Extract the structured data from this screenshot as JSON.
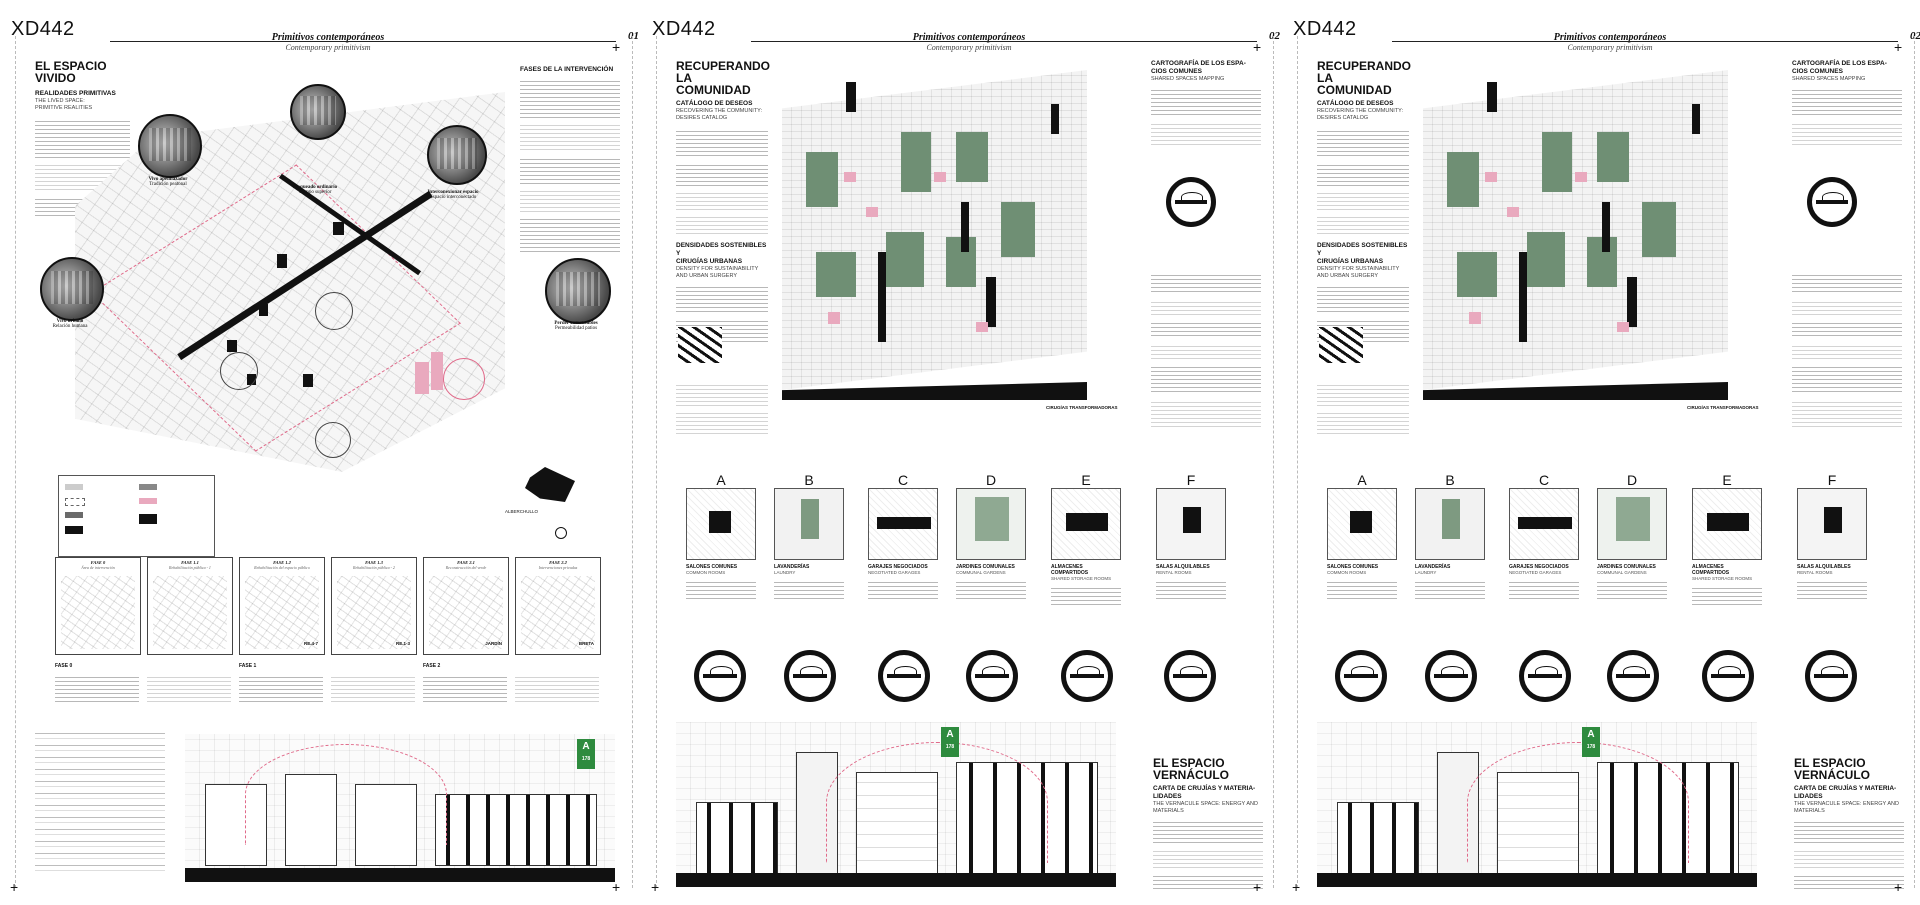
{
  "boards": [
    {
      "code": "XD442",
      "title": "Primitivos contemporáneos",
      "subtitle": "Contemporary primitivism",
      "page": "01",
      "heading_line1": "EL ESPACIO",
      "heading_line2": "VIVIDO",
      "sub1": "REALIDADES PRIMITIVAS",
      "sub2": "THE LIVED SPACE:",
      "sub3": "PRIMITIVE REALITIES",
      "right_heading": "FASES DE LA INTERVENCIÓN",
      "photos": [
        {
          "name": "Vivo apelmazador",
          "sub": "Tradición peatonal"
        },
        {
          "name": "Bloqueado ordinario",
          "sub": "Tiempo superior"
        },
        {
          "name": "Interconexionar espacio",
          "sub": "Espacio interconectado"
        },
        {
          "name": "Vivo urbano",
          "sub": "Relación humana"
        },
        {
          "name": "Perder entretenibles",
          "sub": "Permeabilidad patios"
        }
      ],
      "map_label": "ALBERCHULLO",
      "phases": [
        {
          "title": "FASE 0",
          "sub": "Área de intervención",
          "label": ""
        },
        {
          "title": "FASE 1.1",
          "sub": "Rehabilitación pública - 1",
          "label": ""
        },
        {
          "title": "FASE 1.2",
          "sub": "Rehabilitación del espacio público",
          "label": "RE.4-7"
        },
        {
          "title": "FASE 1.3",
          "sub": "Rehabilitación pública - 2",
          "label": "RE.1-3"
        },
        {
          "title": "FASE 2.1",
          "sub": "Reconstrucción del verde",
          "label": "JARDÍN"
        },
        {
          "title": "FASE 2.2",
          "sub": "Intervenciones privadas",
          "label": "BRETA"
        }
      ],
      "phase_labels": [
        "FASE 0",
        "FASE 1",
        "FASE 2"
      ],
      "badge": {
        "letter": "A",
        "value": "178"
      }
    },
    {
      "code": "XD442",
      "title": "Primitivos contemporáneos",
      "subtitle": "Contemporary primitivism",
      "page": "02",
      "heading_line1": "RECUPERANDO",
      "heading_line2": "LA COMUNIDAD",
      "sub1": "CATÁLOGO DE DESEOS",
      "sub2": "RECOVERING THE COMMUNITY:",
      "sub3": "DESIRES CATALOG",
      "mid_heading1": "DENSIDADES SOSTENIBLES Y",
      "mid_heading2": "CIRUGÍAS URBANAS",
      "mid_sub": "DENSITY FOR SUSTAINABILITY AND URBAN SURGERY",
      "right_heading1": "CARTOGRAFÍA DE LOS ESPA-",
      "right_heading2": "CIOS COMUNES",
      "right_sub": "SHARED SPACES MAPPING",
      "axo_label": "CIRUGÍAS TRANSFORMADORAS",
      "bottom_heading1": "EL ESPACIO",
      "bottom_heading2": "VERNÁCULO",
      "bottom_sub1": "CARTA DE CRUJÍAS Y MATERIA-",
      "bottom_sub2": "LIDADES",
      "bottom_sub3": "THE VERNACULE SPACE: ENERGY AND MATERIALS",
      "catalog": [
        {
          "letter": "A",
          "es": "SALONES COMUNES",
          "en": "COMMON ROOMS"
        },
        {
          "letter": "B",
          "es": "LAVANDERÍAS",
          "en": "LAUNDRY"
        },
        {
          "letter": "C",
          "es": "GARAJES NEGOCIADOS",
          "en": "NEGOTIATED GARAGES"
        },
        {
          "letter": "D",
          "es": "JARDINES COMUNALES",
          "en": "COMMUNAL GARDENS"
        },
        {
          "letter": "E",
          "es": "ALMACENES COMPARTIDOS",
          "en": "SHARED STORAGE ROOMS"
        },
        {
          "letter": "F",
          "es": "SALAS ALQUILABLES",
          "en": "RENTAL ROOMS"
        }
      ],
      "badge": {
        "letter": "A",
        "value": "178"
      }
    },
    {
      "code": "XD442",
      "title": "Primitivos contemporáneos",
      "subtitle": "Contemporary primitivism",
      "page": "02",
      "heading_line1": "RECUPERANDO",
      "heading_line2": "LA COMUNIDAD",
      "sub1": "CATÁLOGO DE DESEOS",
      "sub2": "RECOVERING THE COMMUNITY:",
      "sub3": "DESIRES CATALOG",
      "mid_heading1": "DENSIDADES SOSTENIBLES Y",
      "mid_heading2": "CIRUGÍAS URBANAS",
      "mid_sub": "DENSITY FOR SUSTAINABILITY AND URBAN SURGERY",
      "right_heading1": "CARTOGRAFÍA DE LOS ESPA-",
      "right_heading2": "CIOS COMUNES",
      "right_sub": "SHARED SPACES MAPPING",
      "axo_label": "CIRUGÍAS TRANSFORMADORAS",
      "bottom_heading1": "EL ESPACIO",
      "bottom_heading2": "VERNÁCULO",
      "bottom_sub1": "CARTA DE CRUJÍAS Y MATERIA-",
      "bottom_sub2": "LIDADES",
      "bottom_sub3": "THE VERNACULE SPACE: ENERGY AND MATERIALS",
      "catalog": [
        {
          "letter": "A",
          "es": "SALONES COMUNES",
          "en": "COMMON ROOMS"
        },
        {
          "letter": "B",
          "es": "LAVANDERÍAS",
          "en": "LAUNDRY"
        },
        {
          "letter": "C",
          "es": "GARAJES NEGOCIADOS",
          "en": "NEGOTIATED GARAGES"
        },
        {
          "letter": "D",
          "es": "JARDINES COMUNALES",
          "en": "COMMUNAL GARDENS"
        },
        {
          "letter": "E",
          "es": "ALMACENES COMPARTIDOS",
          "en": "SHARED STORAGE ROOMS"
        },
        {
          "letter": "F",
          "es": "SALAS ALQUILABLES",
          "en": "RENTAL ROOMS"
        }
      ],
      "badge": {
        "letter": "A",
        "value": "178"
      }
    }
  ]
}
